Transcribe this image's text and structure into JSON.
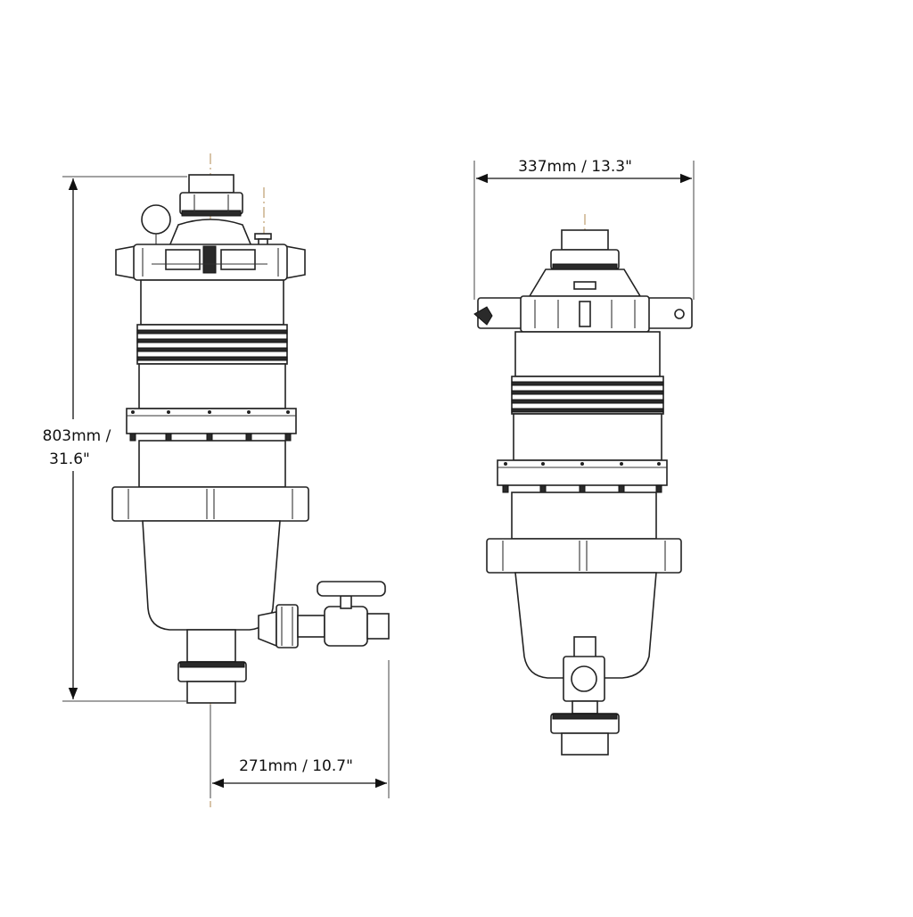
{
  "dimensions": {
    "height_line1": "803mm /",
    "height_line2": "31.6\"",
    "width_front": "271mm / 10.7\"",
    "width_side": "337mm / 13.3\""
  },
  "colors": {
    "line": "#222222",
    "centerline": "#b08a50",
    "background": "#ffffff"
  }
}
